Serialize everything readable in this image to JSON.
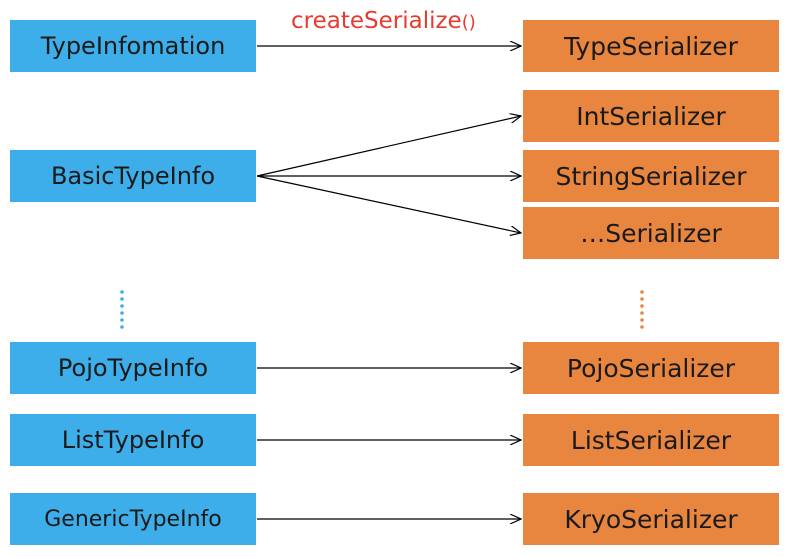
{
  "caption": {
    "method": "createSerialize",
    "parens": "()"
  },
  "type_infos": {
    "type_infomation": "TypeInfomation",
    "basic": "BasicTypeInfo",
    "pojo": "PojoTypeInfo",
    "list": "ListTypeInfo",
    "generic": "GenericTypeInfo"
  },
  "serializers": {
    "type": "TypeSerializer",
    "int": "IntSerializer",
    "string": "StringSerializer",
    "other": "…Serializer",
    "pojo": "PojoSerializer",
    "list": "ListSerializer",
    "kryo": "KryoSerializer"
  },
  "colors": {
    "type_info_fill": "#3daee9",
    "serializer_fill": "#e8853f",
    "caption_text": "#e63b2e",
    "arrow": "#000000"
  }
}
